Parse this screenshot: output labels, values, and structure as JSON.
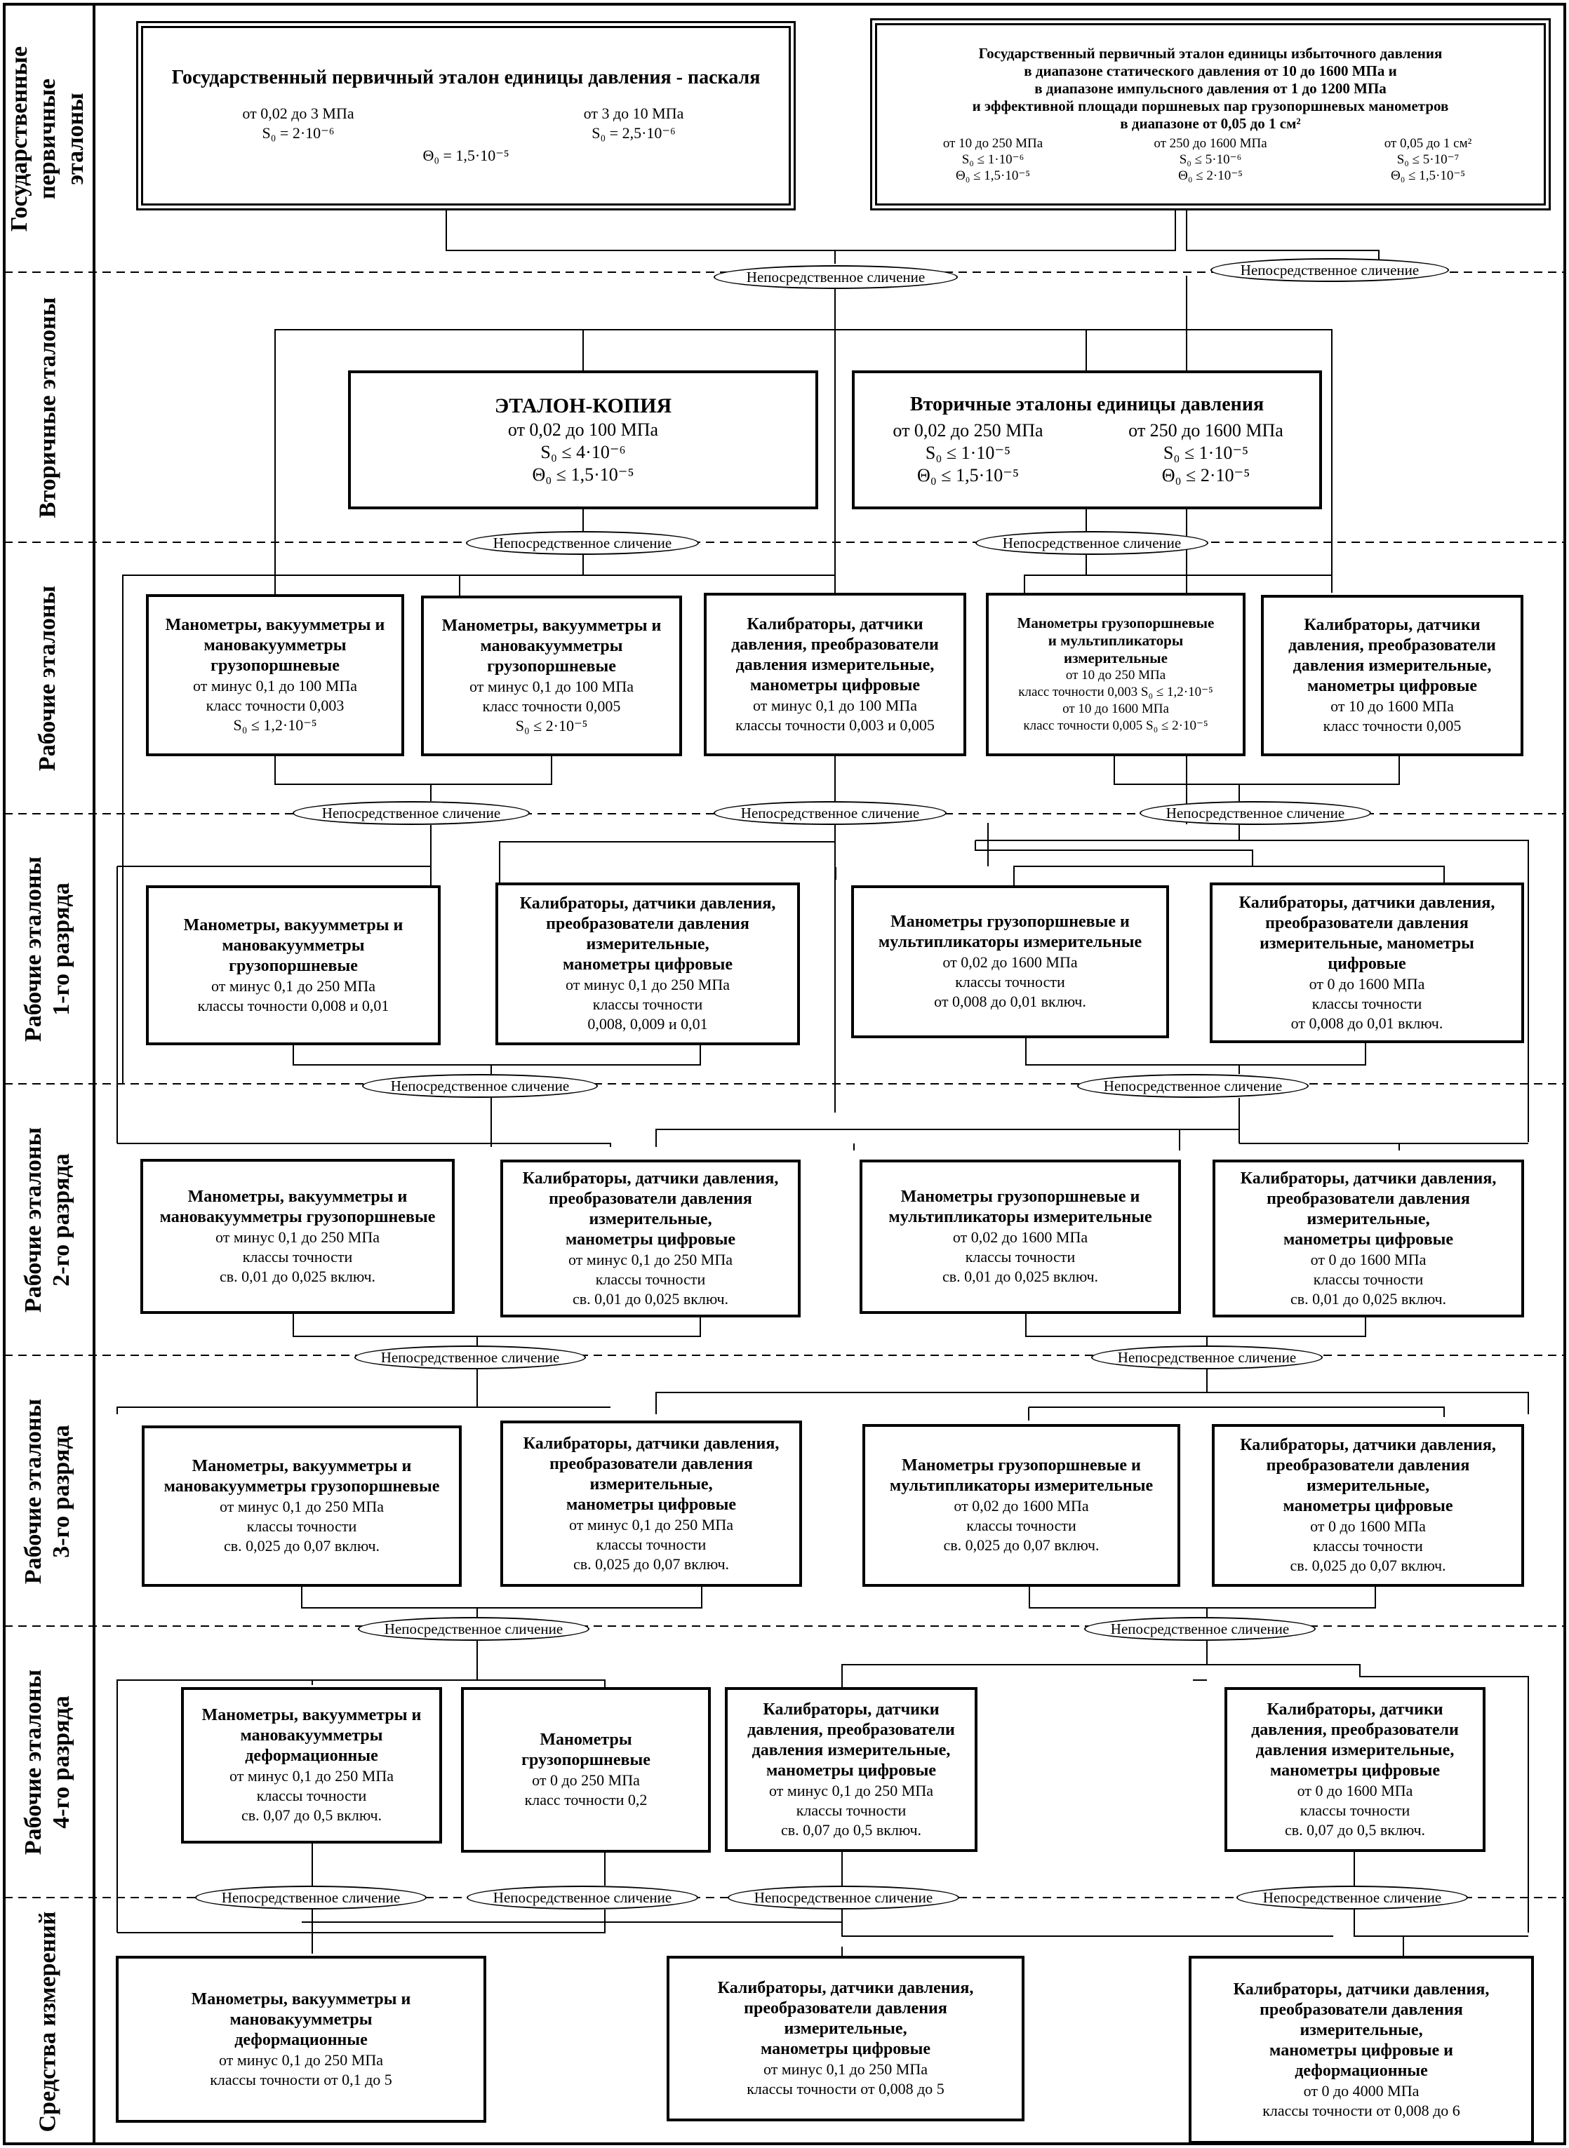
{
  "levels": [
    "Государственные\nпервичные\nэталоны",
    "Вторичные эталоны",
    "Рабочие эталоны",
    "Рабочие эталоны\n1-го разряда",
    "Рабочие эталоны\n2-го разряда",
    "Рабочие эталоны\n3-го разряда",
    "Рабочие эталоны\n4-го разряда",
    "Средства измерений"
  ],
  "comparison_label": "Непосредственное сличение",
  "primary_pascal": {
    "title": "Государственный первичный эталон единицы давления - паскаля",
    "range1": "от 0,02 до 3 МПа",
    "s1": "S₀ = 2·10⁻⁶",
    "range2": "от 3 до 10 МПа",
    "s2": "S₀ = 2,5·10⁻⁶",
    "theta": "Θ₀ = 1,5·10⁻⁵"
  },
  "primary_excess": {
    "title": "Государственный первичный эталон единицы избыточного давления\nв диапазоне статического давления от 10 до 1600 МПа и\nв диапазоне импульсного давления от 1 до 1200 МПа\nи эффективной площади поршневых пар грузопоршневых манометров\nв диапазоне от 0,05 до 1 см²",
    "col1": "от 10 до 250 МПа\nS₀ ≤ 1·10⁻⁶\nΘ₀ ≤ 1,5·10⁻⁵",
    "col2": "от 250 до 1600 МПа\nS₀ ≤ 5·10⁻⁶\nΘ₀ ≤ 2·10⁻⁵",
    "col3": "от 0,05 до 1 см²\nS₀ ≤ 5·10⁻⁷\nΘ₀ ≤ 1,5·10⁻⁵"
  },
  "secondary_copy": {
    "title": "ЭТАЛОН-КОПИЯ",
    "body": "от 0,02 до 100 МПа\nS₀ ≤ 4·10⁻⁶\nΘ₀ ≤ 1,5·10⁻⁵"
  },
  "secondary_units": {
    "title": "Вторичные эталоны единицы давления",
    "col1": "от 0,02 до 250 МПа\nS₀ ≤ 1·10⁻⁵\nΘ₀ ≤ 1,5·10⁻⁵",
    "col2": "от 250 до 1600 МПа\nS₀ ≤ 1·10⁻⁵\nΘ₀ ≤ 2·10⁻⁵"
  },
  "working": [
    {
      "title": "Манометры, вакуумметры и\nмановакуумметры\nгрузопоршневые",
      "body": "от минус 0,1 до 100 МПа\nкласс точности 0,003\nS₀ ≤ 1,2·10⁻⁵"
    },
    {
      "title": "Манометры, вакуумметры и\nмановакуумметры\nгрузопоршневые",
      "body": "от минус 0,1 до 100 МПа\nкласс точности 0,005\nS₀ ≤ 2·10⁻⁵"
    },
    {
      "title": "Калибраторы, датчики\nдавления, преобразователи\nдавления измерительные,\nманометры цифровые",
      "body": "от минус 0,1 до 100 МПа\nклассы точности 0,003 и 0,005"
    },
    {
      "title": "Манометры грузопоршневые\nи мультипликаторы\nизмерительные",
      "body": "от 10 до 250 МПа\nкласс точности 0,003 S₀ ≤ 1,2·10⁻⁵\nот 10 до 1600 МПа\nкласс точности 0,005 S₀ ≤ 2·10⁻⁵"
    },
    {
      "title": "Калибраторы, датчики\nдавления, преобразователи\nдавления измерительные,\nманометры цифровые",
      "body": "от 10 до 1600 МПа\nкласс точности 0,005"
    }
  ],
  "rank1": [
    {
      "title": "Манометры, вакуумметры и\nмановакуумметры\nгрузопоршневые",
      "body": "от минус 0,1 до 250 МПа\nклассы точности 0,008 и 0,01"
    },
    {
      "title": "Калибраторы, датчики давления,\nпреобразователи давления\nизмерительные,\nманометры цифровые",
      "body": "от минус 0,1 до 250 МПа\nклассы точности\n0,008, 0,009 и 0,01"
    },
    {
      "title": "Манометры грузопоршневые и\nмультипликаторы измерительные",
      "body": "от 0,02 до 1600 МПа\nклассы точности\nот 0,008 до 0,01 включ."
    },
    {
      "title": "Калибраторы, датчики давления,\nпреобразователи давления\nизмерительные, манометры\nцифровые",
      "body": "от 0 до 1600 МПа\nклассы точности\nот 0,008 до 0,01 включ."
    }
  ],
  "rank2": [
    {
      "title": "Манометры, вакуумметры и\nмановакуумметры грузопоршневые",
      "body": "от минус 0,1 до 250 МПа\nклассы точности\nсв. 0,01 до 0,025 включ."
    },
    {
      "title": "Калибраторы, датчики давления,\nпреобразователи давления\nизмерительные,\nманометры цифровые",
      "body": "от минус 0,1 до 250 МПа\nклассы точности\nсв. 0,01 до 0,025 включ."
    },
    {
      "title": "Манометры грузопоршневые и\nмультипликаторы измерительные",
      "body": "от 0,02 до 1600 МПа\nклассы точности\nсв. 0,01 до 0,025 включ."
    },
    {
      "title": "Калибраторы, датчики давления,\nпреобразователи давления\nизмерительные,\nманометры цифровые",
      "body": "от 0 до 1600 МПа\nклассы точности\nсв. 0,01 до 0,025 включ."
    }
  ],
  "rank3": [
    {
      "title": "Манометры, вакуумметры и\nмановакуумметры грузопоршневые",
      "body": "от минус 0,1 до 250 МПа\nклассы точности\nсв. 0,025 до 0,07 включ."
    },
    {
      "title": "Калибраторы, датчики давления,\nпреобразователи давления\nизмерительные,\nманометры цифровые",
      "body": "от минус 0,1 до 250 МПа\nклассы точности\nсв. 0,025 до 0,07 включ."
    },
    {
      "title": "Манометры грузопоршневые и\nмультипликаторы измерительные",
      "body": "от 0,02 до 1600 МПа\nклассы точности\nсв. 0,025 до 0,07 включ."
    },
    {
      "title": "Калибраторы, датчики давления,\nпреобразователи давления\nизмерительные,\nманометры цифровые",
      "body": "от 0 до 1600 МПа\nклассы точности\nсв. 0,025 до 0,07 включ."
    }
  ],
  "rank4": [
    {
      "title": "Манометры, вакуумметры и\nмановакуумметры\nдеформационные",
      "body": "от минус 0,1 до 250 МПа\nклассы точности\nсв. 0,07 до 0,5 включ."
    },
    {
      "title": "Манометры\nгрузопоршневые",
      "body": "от 0 до 250 МПа\nкласс точности 0,2"
    },
    {
      "title": "Калибраторы, датчики\nдавления, преобразователи\nдавления измерительные,\nманометры цифровые",
      "body": "от минус 0,1 до 250 МПа\nклассы точности\nсв. 0,07 до 0,5 включ."
    },
    {
      "title": "Калибраторы, датчики\nдавления, преобразователи\nдавления измерительные,\nманометры цифровые",
      "body": "от 0 до 1600 МПа\nклассы точности\nсв. 0,07 до 0,5 включ."
    }
  ],
  "instruments": [
    {
      "title": "Манометры, вакуумметры и\nмановакуумметры\nдеформационные",
      "body": "от минус 0,1 до 250 МПа\nклассы точности от 0,1 до 5"
    },
    {
      "title": "Калибраторы, датчики давления,\nпреобразователи давления\nизмерительные,\nманометры цифровые",
      "body": "от минус 0,1 до 250 МПа\nклассы точности от 0,008 до 5"
    },
    {
      "title": "Калибраторы, датчики давления,\nпреобразователи давления\nизмерительные,\nманометры цифровые и\nдеформационные",
      "body": "от 0 до 4000 МПа\nклассы точности от 0,008 до 6"
    }
  ]
}
